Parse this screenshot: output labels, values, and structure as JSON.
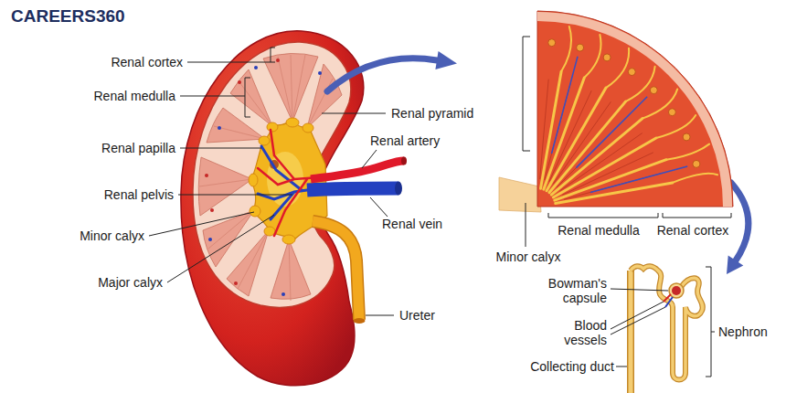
{
  "diagram": {
    "labels": [
      "CAREERS360",
      "Renal cortex",
      "Renal medulla",
      "Renal papilla",
      "Renal pelvis",
      "Minor calyx",
      "Major calyx",
      "Renal pyramid",
      "Renal artery",
      "Renal vein",
      "Ureter",
      "Renal medulla",
      "Renal cortex",
      "Minor calyx",
      "Bowman's capsule",
      "Blood vessels",
      "Collecting duct",
      "Nephron"
    ]
  }
}
